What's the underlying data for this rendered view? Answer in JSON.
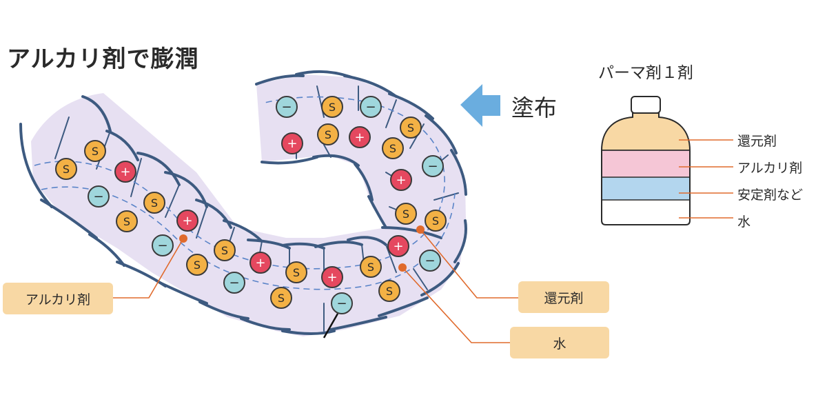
{
  "title": "アルカリ剤で膨潤",
  "apply_label": "塗布",
  "bottle": {
    "title": "パーマ剤１剤",
    "layers": [
      {
        "label": "還元剤",
        "color": "#f8d8a4"
      },
      {
        "label": "アルカリ剤",
        "color": "#f5c6d6"
      },
      {
        "label": "安定剤など",
        "color": "#b3d6ee"
      },
      {
        "label": "水",
        "color": "#ffffff"
      }
    ]
  },
  "callouts": {
    "alkali": "アルカリ剤",
    "reducer": "還元剤",
    "water": "水"
  },
  "particle_symbols": {
    "s": "S",
    "plus": "+",
    "minus": "−"
  },
  "colors": {
    "hair_fill": "#e7e0f2",
    "segment_line": "#3d5a80",
    "s_particle": "#f3b145",
    "plus_particle": "#e5485f",
    "minus_particle": "#9fd6dc",
    "callout_line": "#e06a2c",
    "arrow": "#6aaddf",
    "tag_bg": "#f8d8a4"
  }
}
